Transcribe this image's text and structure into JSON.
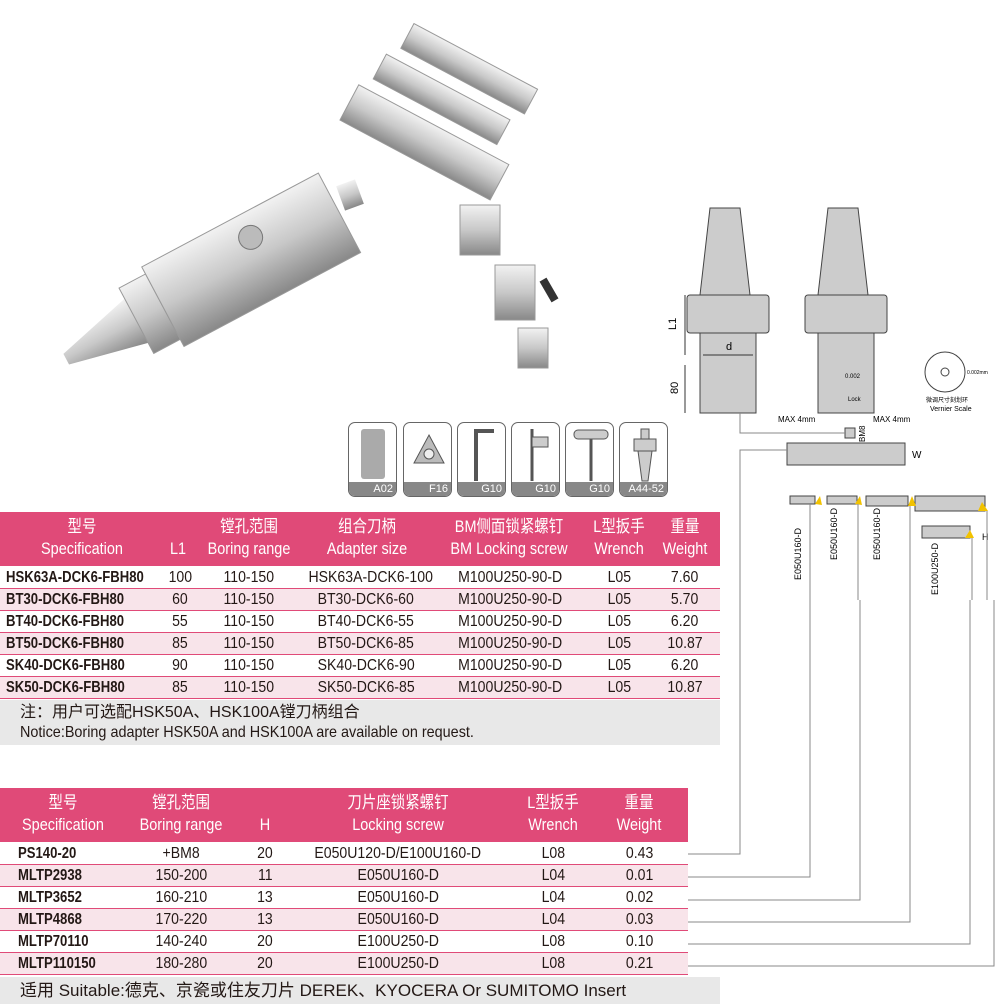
{
  "accessories": [
    {
      "label": "A02",
      "icon": "adapter-icon"
    },
    {
      "label": "F16",
      "icon": "insert-icon"
    },
    {
      "label": "G10",
      "icon": "hex-key-icon"
    },
    {
      "label": "G10",
      "icon": "flag-wrench-icon"
    },
    {
      "label": "G10",
      "icon": "t-wrench-icon"
    },
    {
      "label": "A44-52",
      "icon": "shank-icon"
    }
  ],
  "diagram": {
    "L1": "L1",
    "d": "d",
    "80": "80",
    "max_left": "MAX 4mm",
    "max_right": "MAX 4mm",
    "bm8": "BM8",
    "w": "W",
    "h": "H",
    "lock": "Lock",
    "fine": "0.002",
    "vernier_cn": "微调尺寸刻划环",
    "vernier_en": "Vernier Scale",
    "vernier_val": "0.002mm",
    "screws": [
      "E050U160-D",
      "E050U160-D",
      "E050U160-D",
      "E100U250-D"
    ]
  },
  "table1": {
    "headers": [
      {
        "cn": "型号",
        "en": "Specification"
      },
      {
        "cn": "",
        "en": "L1"
      },
      {
        "cn": "镗孔范围",
        "en": "Boring range"
      },
      {
        "cn": "组合刀柄",
        "en": "Adapter size"
      },
      {
        "cn": "BM侧面锁紧螺钉",
        "en": "BM Locking screw"
      },
      {
        "cn": "L型扳手",
        "en": "Wrench"
      },
      {
        "cn": "重量",
        "en": "Weight"
      }
    ],
    "rows": [
      [
        "HSK63A-DCK6-FBH80",
        "100",
        "110-150",
        "HSK63A-DCK6-100",
        "M100U250-90-D",
        "L05",
        "7.60"
      ],
      [
        "BT30-DCK6-FBH80",
        "60",
        "110-150",
        "BT30-DCK6-60",
        "M100U250-90-D",
        "L05",
        "5.70"
      ],
      [
        "BT40-DCK6-FBH80",
        "55",
        "110-150",
        "BT40-DCK6-55",
        "M100U250-90-D",
        "L05",
        "6.20"
      ],
      [
        "BT50-DCK6-FBH80",
        "85",
        "110-150",
        "BT50-DCK6-85",
        "M100U250-90-D",
        "L05",
        "10.87"
      ],
      [
        "SK40-DCK6-FBH80",
        "90",
        "110-150",
        "SK40-DCK6-90",
        "M100U250-90-D",
        "L05",
        "6.20"
      ],
      [
        "SK50-DCK6-FBH80",
        "85",
        "110-150",
        "SK50-DCK6-85",
        "M100U250-90-D",
        "L05",
        "10.87"
      ]
    ],
    "note_cn": "注：用户可选配HSK50A、HSK100A镗刀柄组合",
    "note_en": "Notice:Boring adapter HSK50A and HSK100A  are available on request."
  },
  "table2": {
    "headers": [
      {
        "cn": "型号",
        "en": "Specification"
      },
      {
        "cn": "镗孔范围",
        "en": "Boring range"
      },
      {
        "cn": "",
        "en": "H"
      },
      {
        "cn": "刀片座锁紧螺钉",
        "en": "Locking screw"
      },
      {
        "cn": "L型扳手",
        "en": "Wrench"
      },
      {
        "cn": "重量",
        "en": "Weight"
      }
    ],
    "rows": [
      [
        "PS140-20",
        "+BM8",
        "20",
        "E050U120-D/E100U160-D",
        "L08",
        "0.43"
      ],
      [
        "MLTP2938",
        "150-200",
        "11",
        "E050U160-D",
        "L04",
        "0.01"
      ],
      [
        "MLTP3652",
        "160-210",
        "13",
        "E050U160-D",
        "L04",
        "0.02"
      ],
      [
        "MLTP4868",
        "170-220",
        "13",
        "E050U160-D",
        "L04",
        "0.03"
      ],
      [
        "MLTP70110",
        "140-240",
        "20",
        "E100U250-D",
        "L08",
        "0.10"
      ],
      [
        "MLTP110150",
        "180-280",
        "20",
        "E100U250-D",
        "L08",
        "0.21"
      ]
    ],
    "footer": "适用 Suitable:德克、京瓷或住友刀片 DEREK、KYOCERA Or SUMITOMO Insert"
  },
  "colors": {
    "header": "#e04a78",
    "alt": "#f8e4ea",
    "note": "#e8e8e8"
  }
}
